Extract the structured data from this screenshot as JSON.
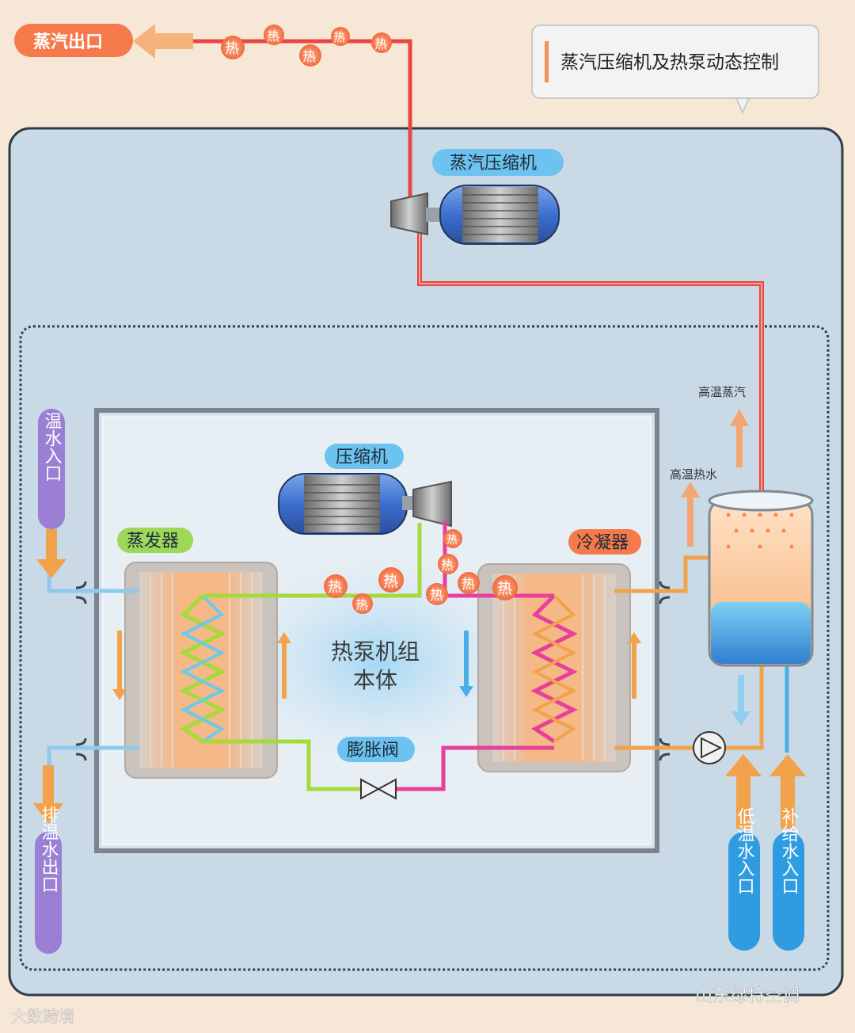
{
  "title_box": "蒸汽压缩机及热泵动态控制",
  "steam_outlet": "蒸汽出口",
  "heat_label": "热",
  "steam_compressor": "蒸汽压缩机",
  "compressor": "压缩机",
  "evaporator": "蒸发器",
  "condenser": "冷凝器",
  "expansion_valve": "膨胀阀",
  "heat_pump_body_line1": "热泵机组",
  "heat_pump_body_line2": "本体",
  "warm_water_inlet": "温水入口",
  "exhaust_water_outlet": "排温水出口",
  "low_temp_water_inlet": "低温水入口",
  "makeup_water_inlet": "补给水入口",
  "high_temp_steam": "高温蒸汽",
  "high_temp_hot_water": "高温热水",
  "watermark_left": "大数跨境",
  "watermark_right": "山东绿特空调",
  "colors": {
    "hot_pipe": "#e8473f",
    "refrigerant_hot": "#e8409a",
    "refrigerant_cold": "#a6d93a",
    "water_pipe": "#f2a24a",
    "cold_water": "#4aaee8",
    "label_blue": "#6cc3ef",
    "label_green": "#9ed85a",
    "label_orange": "#f47a4b",
    "label_purple": "#9b7fd4"
  }
}
